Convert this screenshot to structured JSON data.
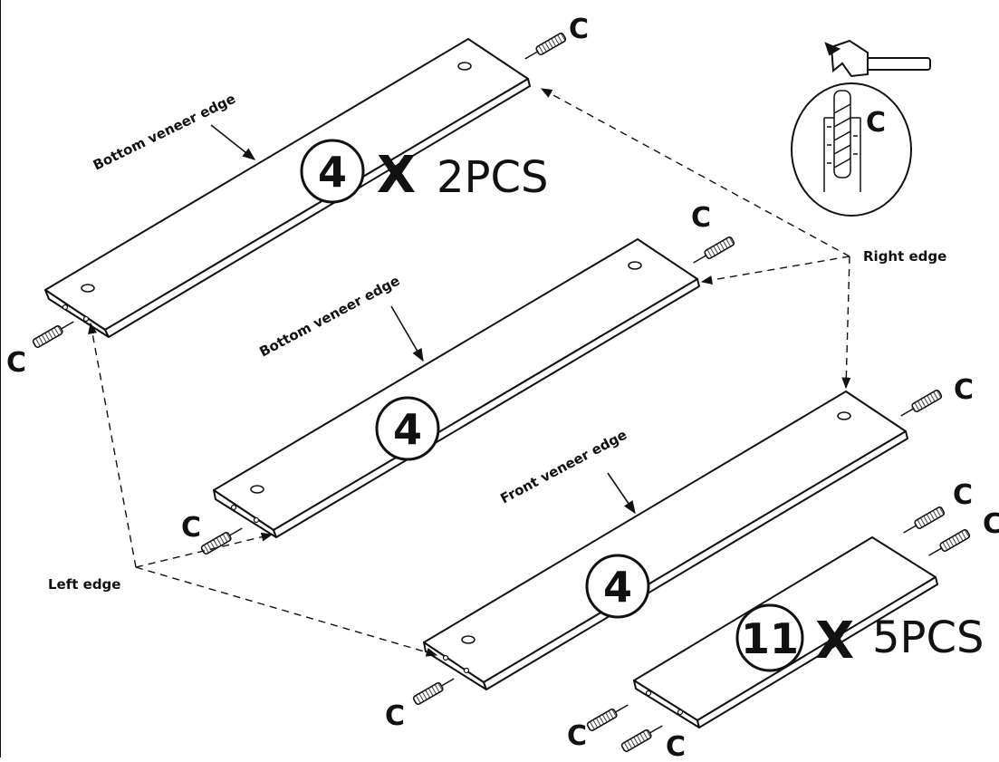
{
  "labels": {
    "bottom_veneer_edge_1": "Bottom veneer edge",
    "bottom_veneer_edge_2": "Bottom veneer edge",
    "front_veneer_edge": "Front veneer edge",
    "right_edge": "Right edge",
    "left_edge": "Left edge"
  },
  "parts": {
    "board_a": {
      "number": "4",
      "multiplier": "X",
      "quantity": "2PCS"
    },
    "board_b": {
      "number": "4"
    },
    "board_c": {
      "number": "4"
    },
    "board_d": {
      "number": "11",
      "multiplier": "X",
      "quantity": "5PCS"
    }
  },
  "dowel_letter": "C",
  "inset": {
    "letter": "C",
    "icons": [
      "hammer-icon",
      "dowel-icon"
    ]
  }
}
